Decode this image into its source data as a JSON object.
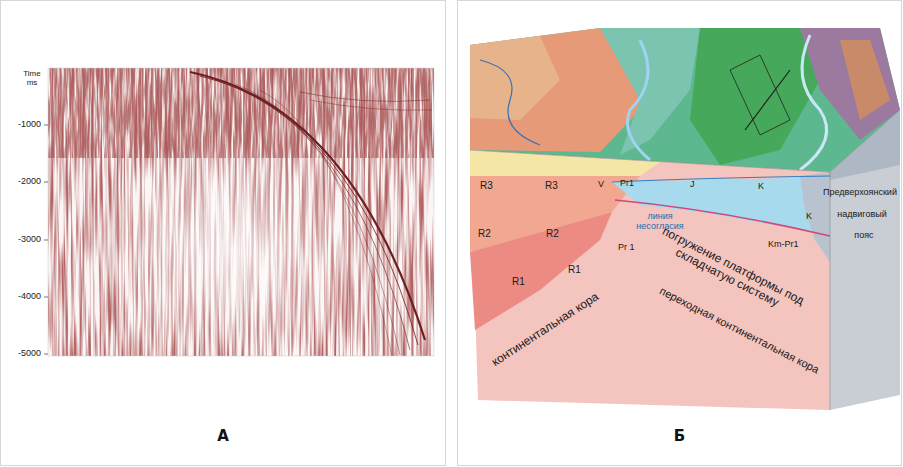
{
  "diagram": {
    "nodes": [
      {
        "text": [
          "А"
        ]
      },
      {
        "text": [
          "Б"
        ]
      }
    ],
    "labels": [
      "Time ms",
      "-1000",
      "-2000",
      "-3000",
      "-4000",
      "-5000",
      "R3",
      "R3",
      "V",
      "Pr1",
      "R2",
      "R2",
      "R1",
      "R1",
      "линия несогласия",
      "Pr 1",
      "континентальная кора",
      "J",
      "K",
      "K",
      "Km-Pr1",
      "Предверхоянский",
      "надвиговый",
      "пояс",
      "погружение платформы под складчатую систему",
      "переходная континентальная кора"
    ]
  }
}
